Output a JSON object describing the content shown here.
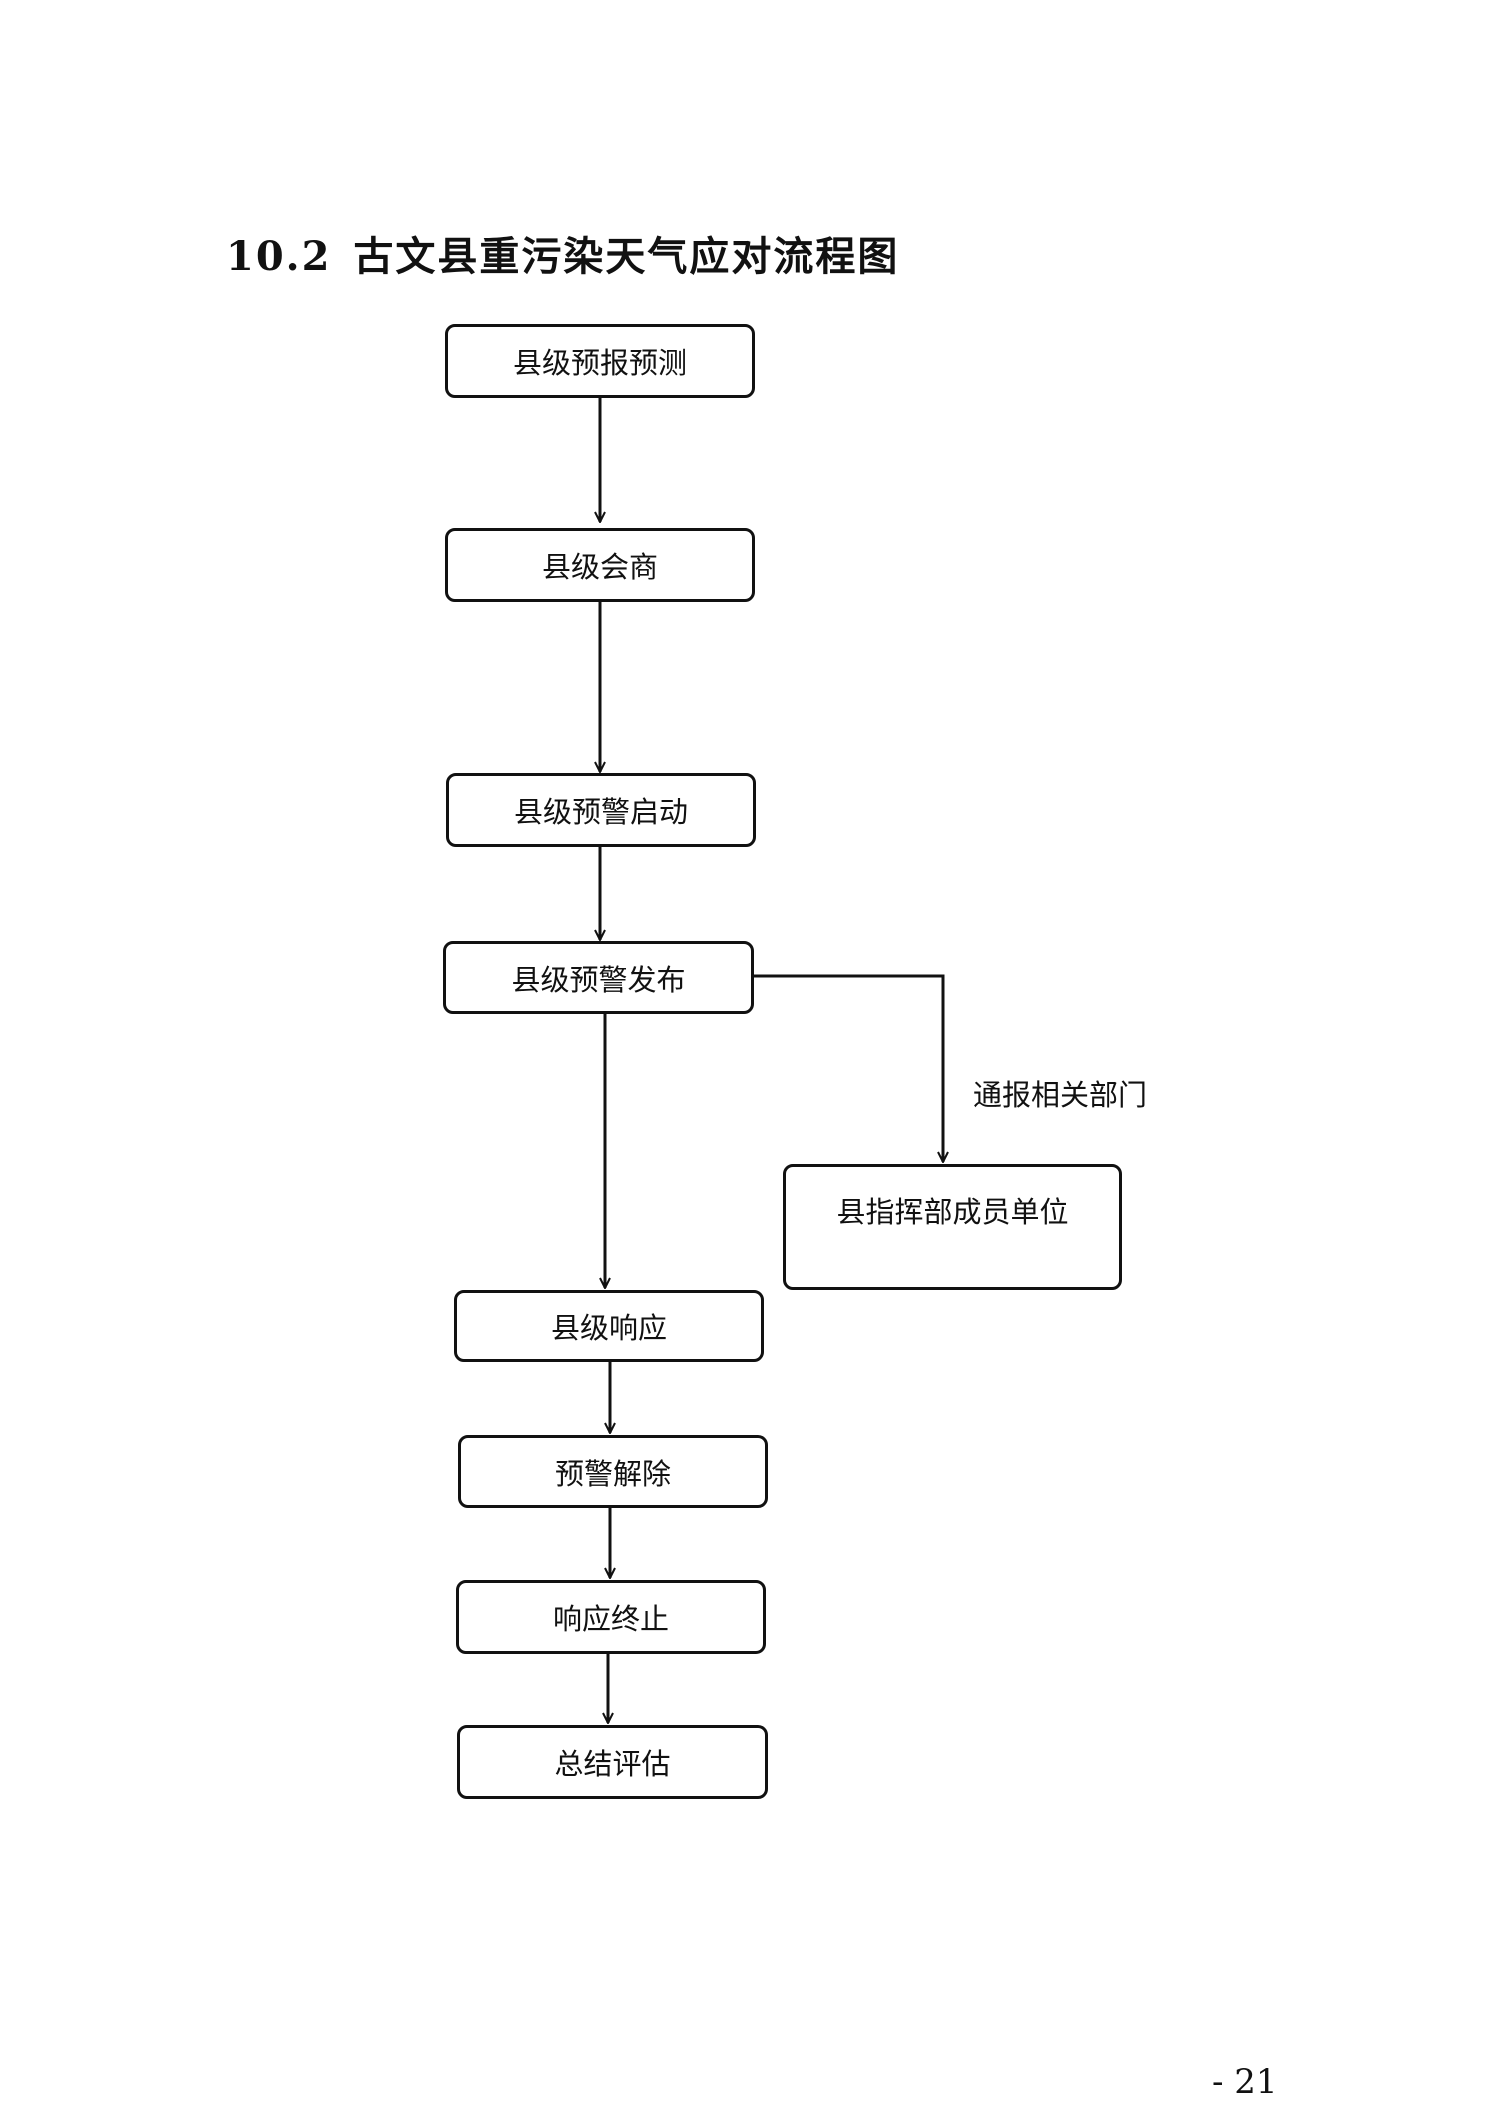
{
  "section": {
    "number": "10.2",
    "title": "古文县重污染天气应对流程图"
  },
  "flow": {
    "nodes": [
      {
        "id": "forecast",
        "label": "县级预报预测"
      },
      {
        "id": "consult",
        "label": "县级会商"
      },
      {
        "id": "warning_start",
        "label": "县级预警启动"
      },
      {
        "id": "warning_publish",
        "label": "县级预警发布"
      },
      {
        "id": "member_units",
        "label": "县指挥部成员单位"
      },
      {
        "id": "response",
        "label": "县级响应"
      },
      {
        "id": "warning_lift",
        "label": "预警解除"
      },
      {
        "id": "response_end",
        "label": "响应终止"
      },
      {
        "id": "evaluation",
        "label": "总结评估"
      }
    ],
    "edges": [
      {
        "from": "forecast",
        "to": "consult"
      },
      {
        "from": "consult",
        "to": "warning_start"
      },
      {
        "from": "warning_start",
        "to": "warning_publish"
      },
      {
        "from": "warning_publish",
        "to": "member_units",
        "label": "通报相关部门"
      },
      {
        "from": "warning_publish",
        "to": "response"
      },
      {
        "from": "response",
        "to": "warning_lift"
      },
      {
        "from": "warning_lift",
        "to": "response_end"
      },
      {
        "from": "response_end",
        "to": "evaluation"
      }
    ]
  },
  "footer": {
    "page_number": "- 21"
  }
}
